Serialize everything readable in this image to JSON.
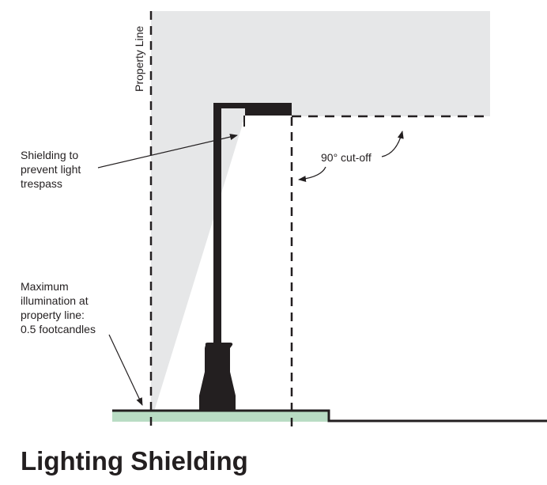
{
  "title": "Lighting Shielding",
  "labels": {
    "property_line": "Property Line",
    "shielding": [
      "Shielding to",
      "prevent light",
      "trespass"
    ],
    "cutoff": "90° cut-off",
    "max_illumination": [
      "Maximum",
      "illumination at",
      "property line:",
      "0.5 footcandles"
    ]
  },
  "colors": {
    "ink": "#231f20",
    "light_zone": "#e6e7e8",
    "ground_fill": "#b9dcc4",
    "background": "#ffffff"
  }
}
